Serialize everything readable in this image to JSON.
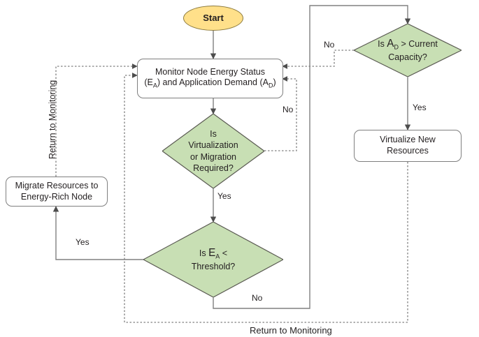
{
  "diagram": {
    "title": "Energy-aware virtualization and migration flowchart",
    "colors": {
      "decision_fill": "#c8dfb4",
      "decision_stroke": "#5a5a52",
      "terminator_fill": "#ffe08a",
      "terminator_stroke": "#8c7a3d",
      "process_fill": "#ffffff",
      "process_stroke": "#7f7f7f",
      "line": "#808080",
      "dotted_line": "#808080",
      "text": "#231f20"
    },
    "nodes": {
      "start": {
        "label": "Start",
        "shape": "terminator"
      },
      "monitor": {
        "line1": "Monitor Node Energy Status",
        "line2_pre": "(E",
        "line2_sub1": "A",
        "line2_mid": ") and Application Demand (A",
        "line2_sub2": "D",
        "line2_post": ")",
        "shape": "process"
      },
      "decision_virt": {
        "line1": "Is",
        "line2": "Virtualization",
        "line3": "or Migration",
        "line4": "Required?",
        "shape": "decision"
      },
      "decision_capacity": {
        "line1_pre": "Is ",
        "line1_var": "A",
        "line1_sub": "D",
        "line1_post": " > Current",
        "line2": "Capacity?",
        "shape": "decision"
      },
      "decision_threshold": {
        "line1_pre": "Is ",
        "line1_var": "E",
        "line1_sub": "A",
        "line1_post": " <",
        "line2": "Threshold?",
        "shape": "decision"
      },
      "virtualize": {
        "line1": "Virtualize New",
        "line2": "Resources",
        "shape": "process"
      },
      "migrate": {
        "line1": "Migrate Resources to",
        "line2": "Energy-Rich Node",
        "shape": "process"
      }
    },
    "edge_labels": {
      "capacity_no": "No",
      "capacity_yes": "Yes",
      "virt_no": "No",
      "virt_yes": "Yes",
      "threshold_yes": "Yes",
      "threshold_no": "No",
      "return_left": "Return to Monitoring",
      "return_bottom": "Return to Monitoring"
    }
  }
}
